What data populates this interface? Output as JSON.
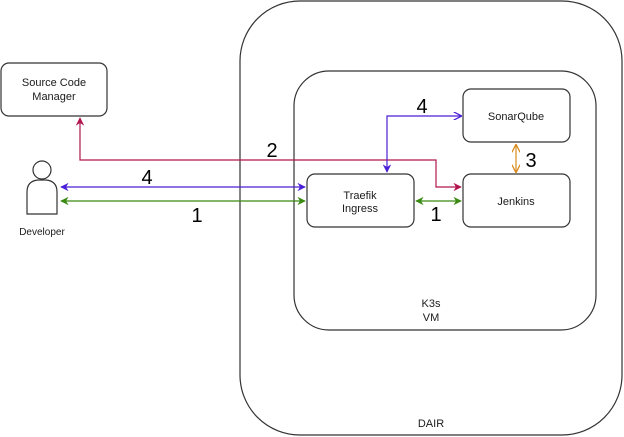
{
  "diagram": {
    "containers": {
      "dair": {
        "label": "DAIR"
      },
      "k3s_vm": {
        "label_line1": "K3s",
        "label_line2": "VM"
      }
    },
    "nodes": {
      "source_code_manager": {
        "label_line1": "Source Code",
        "label_line2": "Manager"
      },
      "developer": {
        "label": "Developer",
        "icon": "user-icon"
      },
      "traefik_ingress": {
        "label_line1": "Traefik",
        "label_line2": "Ingress"
      },
      "sonarqube": {
        "label": "SonarQube"
      },
      "jenkins": {
        "label": "Jenkins"
      }
    },
    "edges": [
      {
        "id": "dev-traefik-4",
        "from": "Developer",
        "to": "Traefik Ingress",
        "label": "4",
        "color": "#4b1fd6",
        "bidirectional": true
      },
      {
        "id": "dev-traefik-1",
        "from": "Developer",
        "to": "Traefik Ingress",
        "label": "1",
        "color": "#3a8a12",
        "bidirectional": true
      },
      {
        "id": "scm-jenkins-2",
        "from": "Source Code Manager",
        "to": "Jenkins",
        "label": "2",
        "color": "#b0164e",
        "bidirectional": false
      },
      {
        "id": "traefik-sonar-4",
        "from": "Traefik Ingress",
        "to": "SonarQube",
        "label": "4",
        "color": "#4b1fd6",
        "bidirectional": true
      },
      {
        "id": "traefik-jenkins-1",
        "from": "Traefik Ingress",
        "to": "Jenkins",
        "label": "1",
        "color": "#3a8a12",
        "bidirectional": true
      },
      {
        "id": "sonar-jenkins-3",
        "from": "SonarQube",
        "to": "Jenkins",
        "label": "3",
        "color": "#d88a1c",
        "bidirectional": true
      }
    ]
  }
}
